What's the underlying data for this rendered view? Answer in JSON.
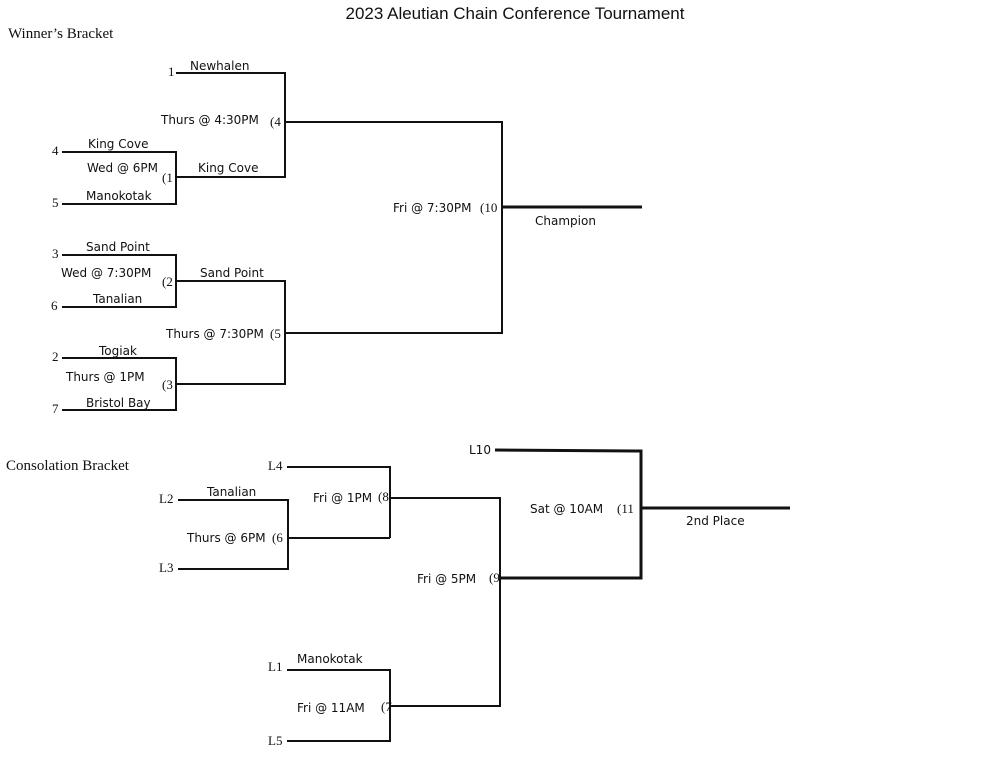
{
  "title": "2023 Aleutian Chain Conference Tournament",
  "winners": {
    "heading": "Winner’s Bracket",
    "seeds": {
      "s1": "1",
      "s4": "4",
      "s5": "5",
      "s3": "3",
      "s6": "6",
      "s2": "2",
      "s7": "7"
    },
    "teams": {
      "newhalen": "Newhalen",
      "king_cove": "King Cove",
      "manokotak": "Manokotak",
      "sand_point": "Sand Point",
      "tanalian": "Tanalian",
      "togiak": "Togiak",
      "bristol_bay": "Bristol Bay"
    },
    "winners_r1": {
      "g1": "King Cove",
      "g2": "Sand Point"
    },
    "games": {
      "g1": {
        "time": "Wed @ 6PM",
        "num": "(1"
      },
      "g2": {
        "time": "Wed @ 7:30PM",
        "num": "(2"
      },
      "g3": {
        "time": "Thurs @ 1PM",
        "num": "(3"
      },
      "g4": {
        "time": "Thurs @ 4:30PM",
        "num": "(4"
      },
      "g5": {
        "time": "Thurs @ 7:30PM",
        "num": "(5"
      },
      "g10": {
        "time": "Fri @ 7:30PM",
        "num": "(10"
      }
    },
    "result": "Champion"
  },
  "consolation": {
    "heading": "Consolation Bracket",
    "slots": {
      "l4": "L4",
      "l2": "L2",
      "l3": "L3",
      "l1": "L1",
      "l5": "L5",
      "l10": "L10"
    },
    "teams": {
      "tanalian": "Tanalian",
      "manokotak": "Manokotak"
    },
    "games": {
      "g6": {
        "time": "Thurs @ 6PM",
        "num": "(6"
      },
      "g7": {
        "time": "Fri @ 11AM",
        "num": "(7"
      },
      "g8": {
        "time": "Fri @ 1PM",
        "num": "(8"
      },
      "g9": {
        "time": "Fri @ 5PM",
        "num": "(9"
      },
      "g11": {
        "time": "Sat @ 10AM",
        "num": "(11"
      }
    },
    "result": "2nd Place"
  }
}
